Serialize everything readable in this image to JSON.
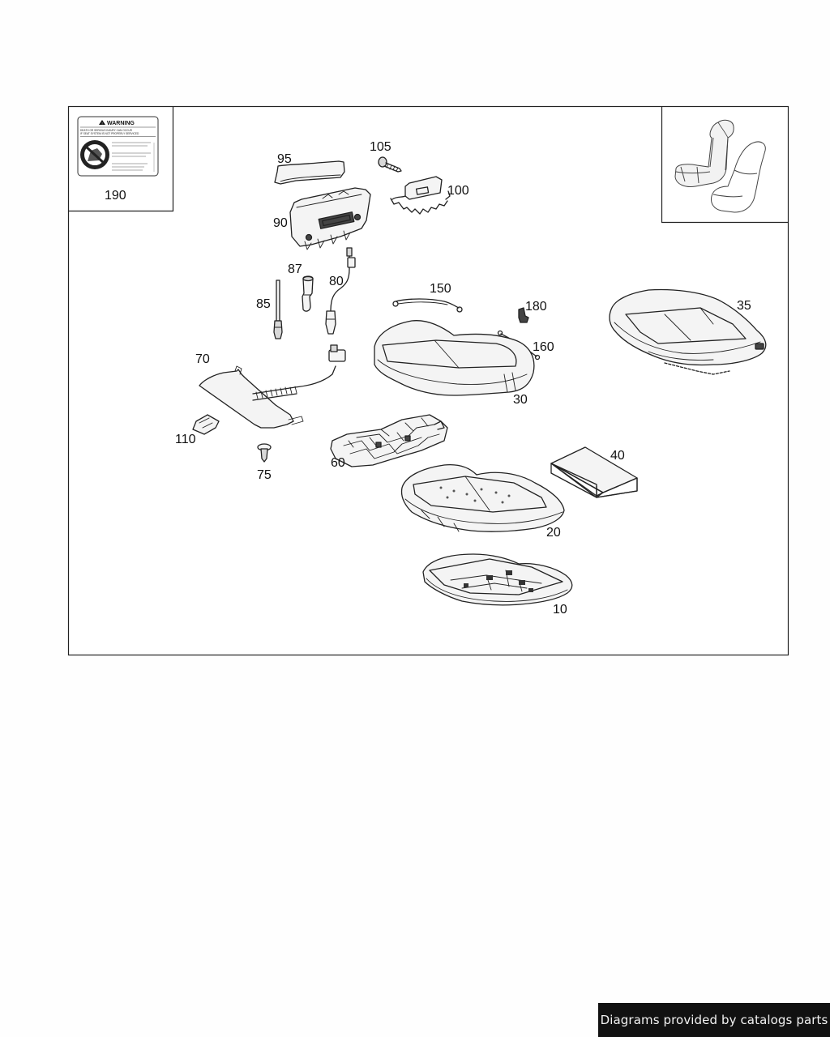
{
  "footer": {
    "credit": "Diagrams provided by catalogs parts"
  },
  "label_card": {
    "header": "WARNING",
    "line1": "DEATH OR SERIOUS INJURY CAN OCCUR",
    "line2": "IF SEAT SYSTEM IS NOT PROPERLY SERVICED"
  },
  "callouts": {
    "p10": "10",
    "p20": "20",
    "p30": "30",
    "p35": "35",
    "p40": "40",
    "p60": "60",
    "p70": "70",
    "p75": "75",
    "p80": "80",
    "p85": "85",
    "p87": "87",
    "p90": "90",
    "p95": "95",
    "p100": "100",
    "p105": "105",
    "p110": "110",
    "p150": "150",
    "p160": "160",
    "p180": "180",
    "p190": "190"
  },
  "icons": {
    "warning": "warning-triangle-icon",
    "no_tamper": "no-tampering-icon",
    "seat_locator": "seat-locator-icon"
  }
}
